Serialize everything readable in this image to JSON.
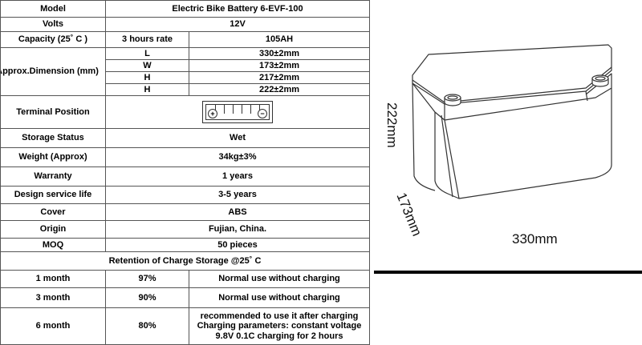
{
  "spec": {
    "model_label": "Model",
    "model_value": "Electric Bike Battery  6-EVF-100",
    "volts_label": "Volts",
    "volts_value": "12V",
    "capacity_label": "Capacity (25˚ C )",
    "capacity_rate": "3 hours rate",
    "capacity_value": "105AH",
    "dimension_label": "Approx.Dimension  (mm)",
    "dimensions": [
      {
        "key": "L",
        "value": "330±2mm"
      },
      {
        "key": "W",
        "value": "173±2mm"
      },
      {
        "key": "H",
        "value": "217±2mm"
      },
      {
        "key": "H",
        "value": "222±2mm"
      }
    ],
    "terminal_label": "Terminal Position",
    "terminal_pos_symbol": "+",
    "terminal_neg_symbol": "−",
    "storage_label": "Storage Status",
    "storage_value": "Wet",
    "weight_label": "Weight  (Approx)",
    "weight_value": "34kg±3%",
    "warranty_label": "Warranty",
    "warranty_value": "1 years",
    "design_label": "Design service life",
    "design_value": "3-5 years",
    "cover_label": "Cover",
    "cover_value": "ABS",
    "origin_label": "Origin",
    "origin_value": "Fujian, China.",
    "moq_label": "MOQ",
    "moq_value": "50 pieces",
    "retention_header": "Retention of Charge Storage @25˚ C",
    "retention": [
      {
        "period": "1 month",
        "percent": "97%",
        "note": "Normal use without charging"
      },
      {
        "period": "3 month",
        "percent": "90%",
        "note": "Normal use without charging"
      }
    ],
    "retention_6": {
      "period": "6 month",
      "percent": "80%",
      "line1": "recommended to use it after charging",
      "line2": "Charging parameters: constant voltage",
      "line3": "9.8V 0.1C  charging for 2 hours"
    }
  },
  "drawing": {
    "height_label": "222mm",
    "depth_label": "173mm",
    "width_label": "330mm"
  }
}
